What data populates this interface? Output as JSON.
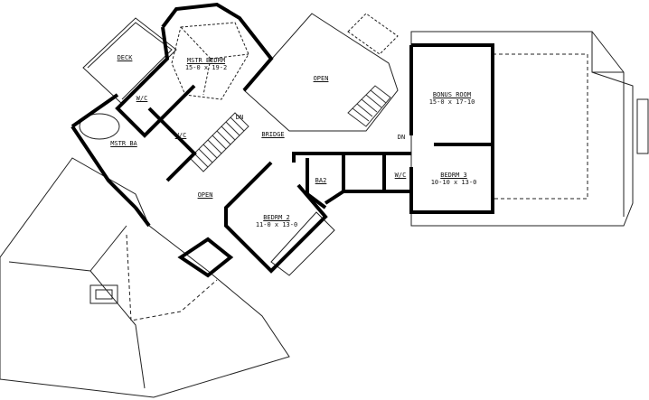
{
  "rooms": {
    "deck": {
      "name": "DECK"
    },
    "mstr_bedrm": {
      "name": "MSTR BEDRM",
      "size": "15-0 x 19-2"
    },
    "open_top": {
      "name": "OPEN"
    },
    "bonus_room": {
      "name": "BONUS ROOM",
      "size": "15-0 x 17-10"
    },
    "wic_1": {
      "name": "W/C"
    },
    "wic_2": {
      "name": "W/C"
    },
    "mstr_ba": {
      "name": "MSTR BA"
    },
    "bridge": {
      "name": "BRIDGE"
    },
    "dn_1": {
      "name": "DN"
    },
    "dn_2": {
      "name": "DN"
    },
    "ba2": {
      "name": "BA2"
    },
    "wic_3": {
      "name": "W/C"
    },
    "bedrm_3": {
      "name": "BEDRM 3",
      "size": "10-10 x 13-0"
    },
    "open_bottom": {
      "name": "OPEN"
    },
    "bedrm_2": {
      "name": "BEDRM 2",
      "size": "11-0 x 13-0"
    }
  },
  "colors": {
    "wall": "#000000",
    "line": "#222222",
    "background": "#ffffff"
  }
}
